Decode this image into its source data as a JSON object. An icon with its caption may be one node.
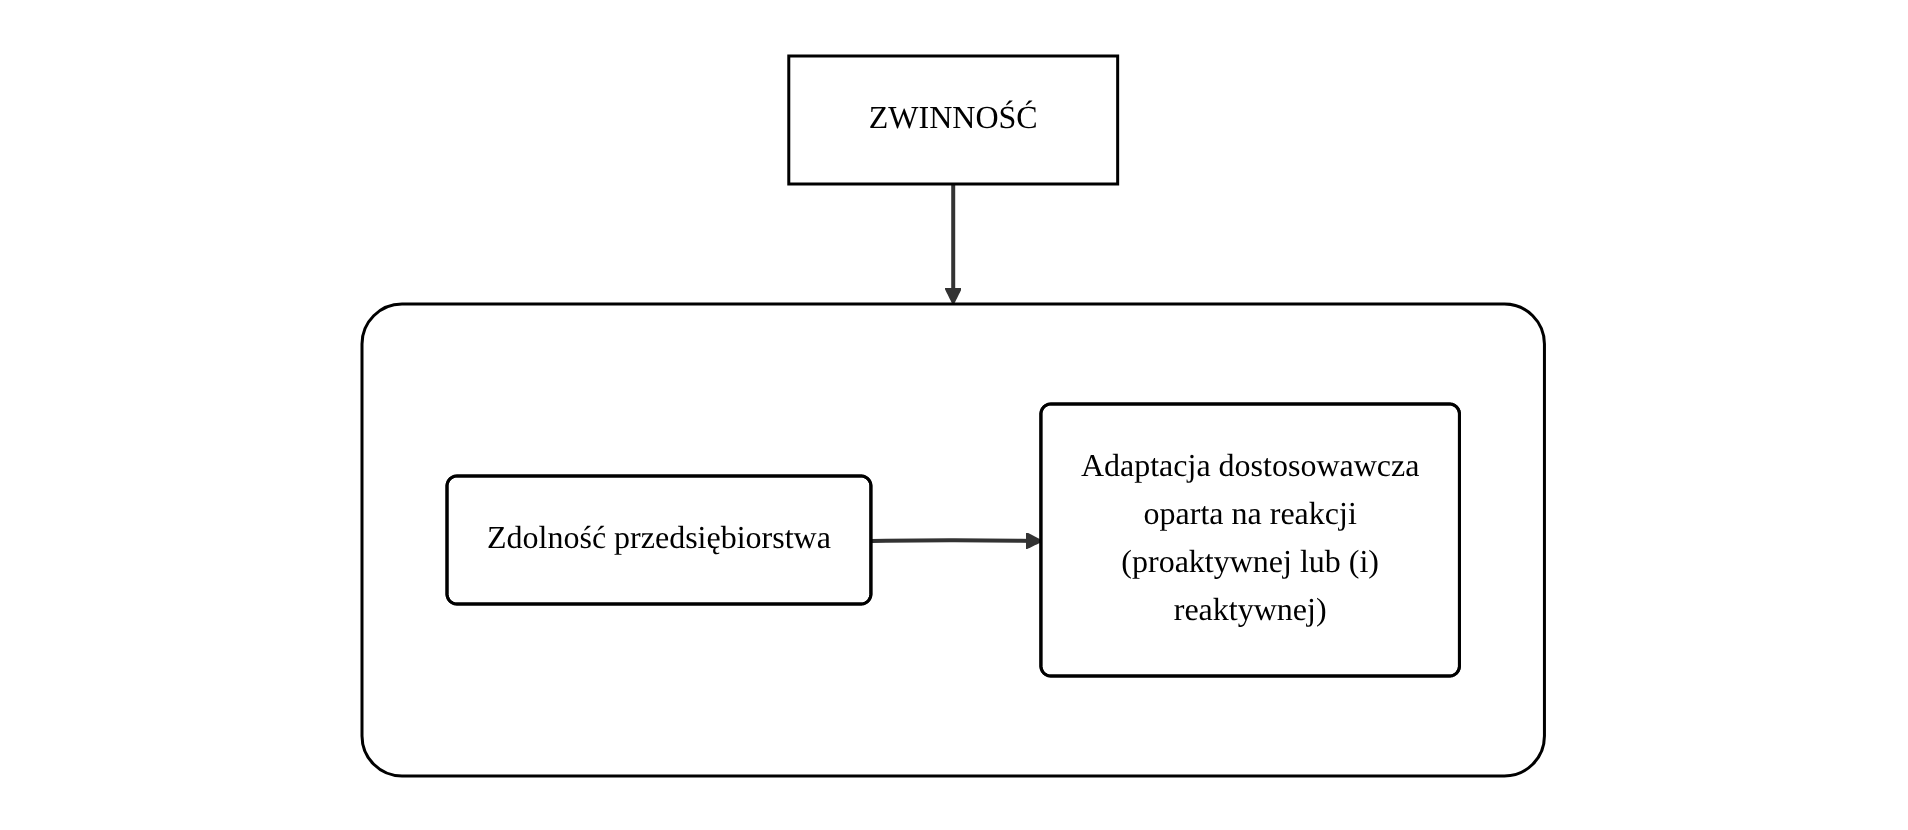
{
  "diagram": {
    "nodes": [
      {
        "text": [
          "ZWINNOŚĆ"
        ]
      },
      {
        "text": [],
        "shape": "box"
      },
      {
        "text": [
          "Zdolność przedsiębiorstwa"
        ],
        "in": 1
      },
      {
        "text": [
          "Adaptacja dostosowawcza oparta na reakcji (proaktywnej lub (i) reaktywnej)"
        ],
        "in": 1
      }
    ],
    "edges": [
      {
        "from": 0,
        "to": 1,
        "arrow": "to"
      },
      {
        "from": 2,
        "to": 3,
        "arrow": "to"
      }
    ]
  }
}
